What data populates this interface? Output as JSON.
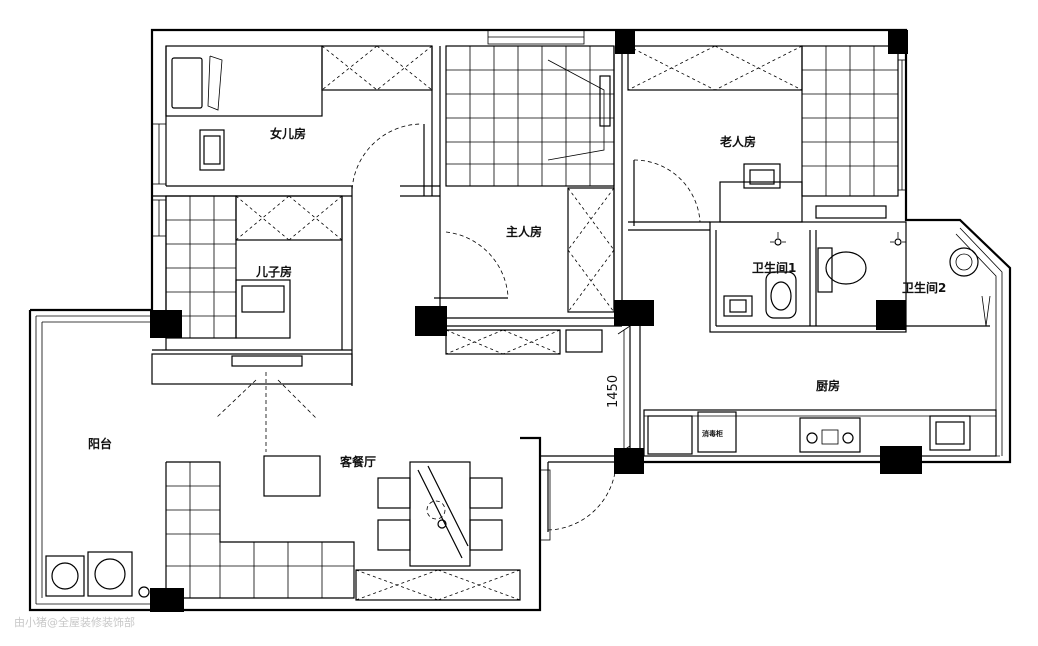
{
  "rooms": {
    "daughter_room": "女儿房",
    "elder_room": "老人房",
    "master_bedroom": "主人房",
    "son_room": "儿子房",
    "bathroom_1": "卫生间1",
    "bathroom_2": "卫生间2",
    "kitchen": "厨房",
    "balcony": "阳台",
    "living_dining": "客餐厅"
  },
  "appliance_label": "消毒柜",
  "dimension": "1450",
  "watermark": "由小猪@全屋装修装饰部"
}
